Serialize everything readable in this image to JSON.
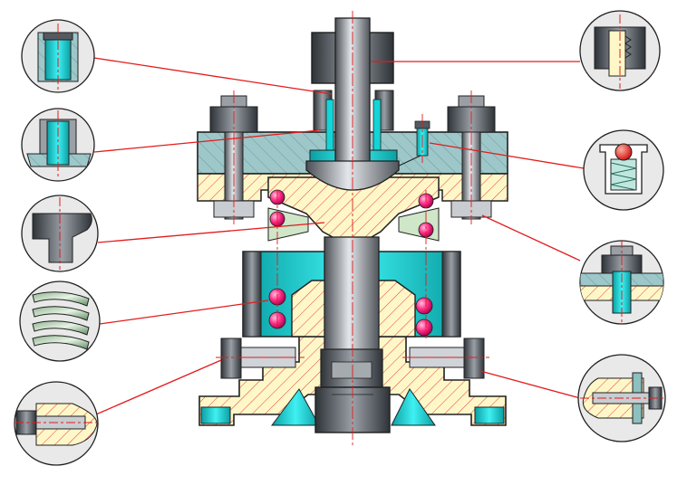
{
  "diagram": {
    "kind": "mechanical-assembly-section",
    "colors": {
      "background": "#ffffff",
      "hatch_fill": "#fff7c8",
      "hatch_line": "#e04040",
      "cover_fill": "#9ec7c9",
      "steel_dark": "#555a60",
      "steel_light": "#c9ccd0",
      "cyan": "#13d4d6",
      "leader": "#e31b1b",
      "spring_ball": "#ff2d8a",
      "callout_circle": "#e9e9e9",
      "outline": "#202020"
    },
    "callouts_left": [
      {
        "part": "bushing-with-shoulder"
      },
      {
        "part": "flanged-sleeve"
      },
      {
        "part": "shaft-head"
      },
      {
        "part": "compression-spring"
      },
      {
        "part": "set-screw-in-boss"
      }
    ],
    "callouts_right": [
      {
        "part": "nut-on-thread"
      },
      {
        "part": "spring-detent-ball"
      },
      {
        "part": "stud-bolt-with-nut"
      },
      {
        "part": "screw-in-tapered-boss"
      }
    ]
  }
}
